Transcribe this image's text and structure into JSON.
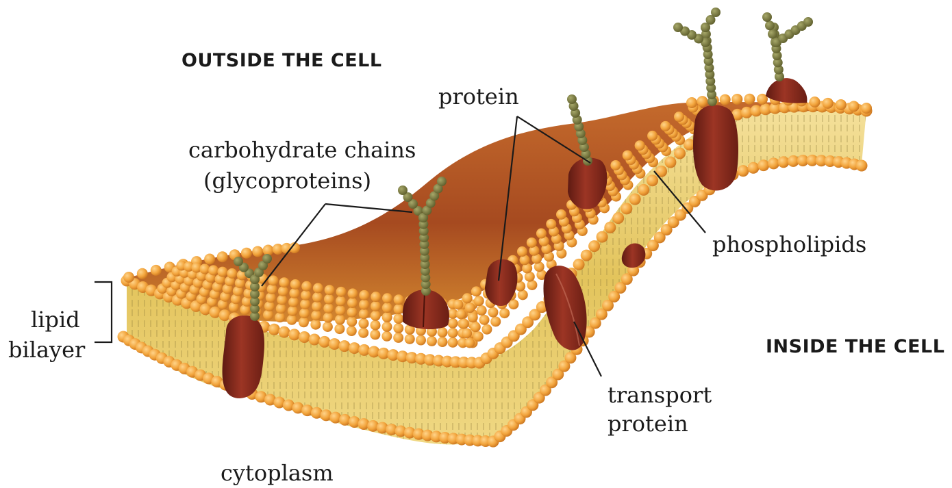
{
  "labels": {
    "outside": "OUTSIDE THE CELL",
    "inside": "INSIDE THE CELL",
    "protein": "protein",
    "carbohydrate_line1": "carbohydrate chains",
    "carbohydrate_line2": "(glycoproteins)",
    "lipid_line1": "lipid",
    "lipid_line2": "bilayer",
    "phospholipids": "phospholipids",
    "transport_line1": "transport",
    "transport_line2": "protein",
    "cytoplasm": "cytoplasm"
  },
  "colors": {
    "head": "#f2a43c",
    "head_dark": "#d9802a",
    "tail_band": "#e7cd6a",
    "protein": "#8a2a1e",
    "chain_bead": "#7a7a3e",
    "surface_top": "#b35a26"
  }
}
